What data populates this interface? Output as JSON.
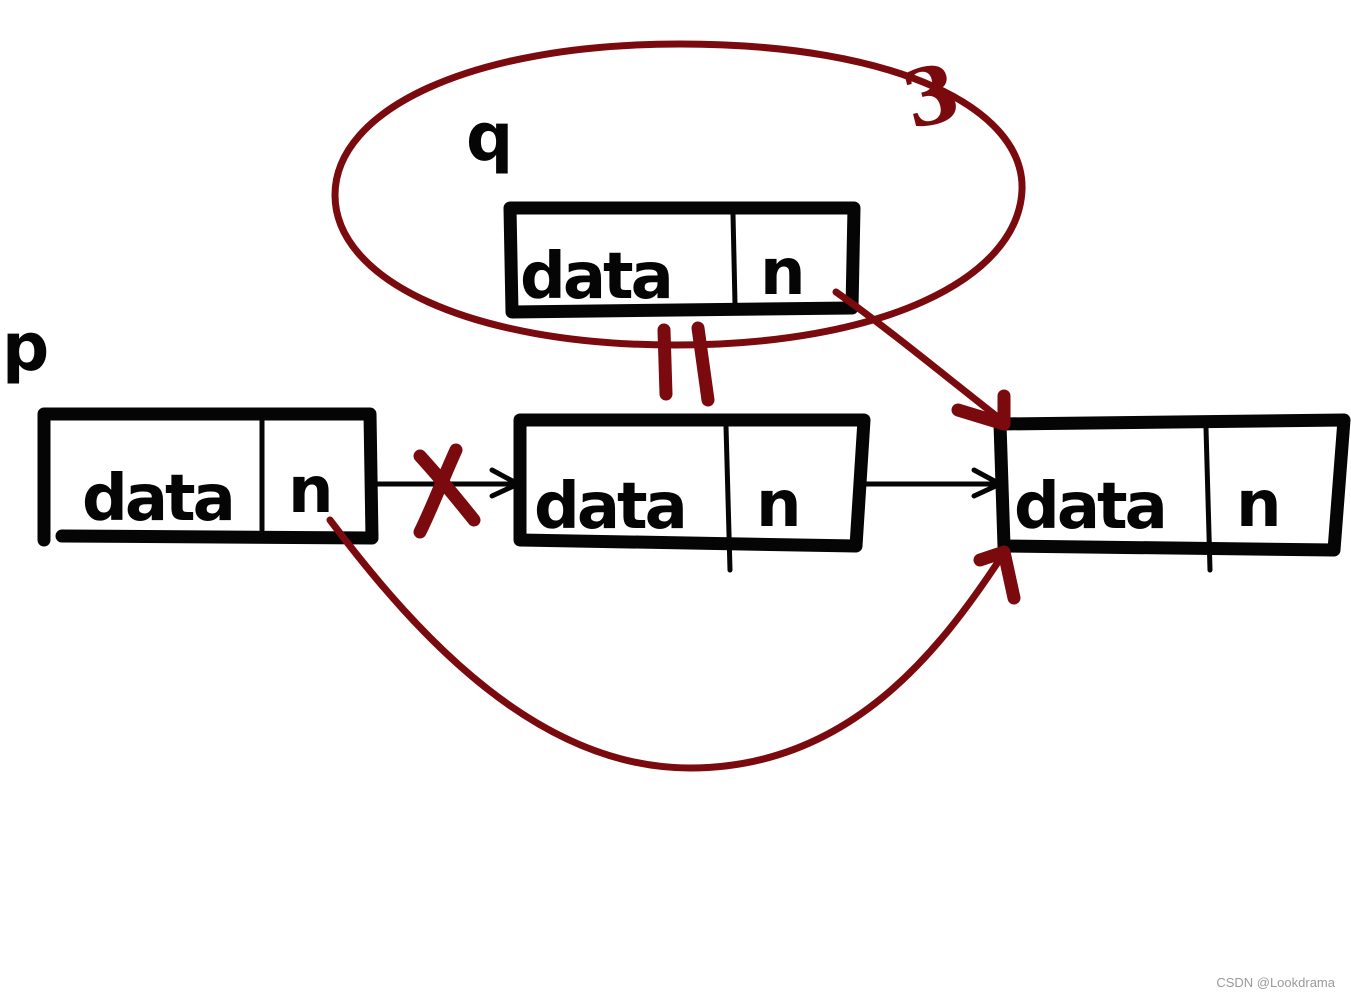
{
  "colors": {
    "ink": "#050505",
    "red_ink": "#7a0a0d",
    "background": "#ffffff"
  },
  "labels": {
    "pointer_p": "p",
    "pointer_q": "q",
    "equals_mark": "=",
    "cross_mark": "X",
    "step_mark": "3"
  },
  "nodes": [
    {
      "id": "p-node",
      "data": "data",
      "next": "n"
    },
    {
      "id": "middle-node",
      "data": "data",
      "next": "n"
    },
    {
      "id": "right-node",
      "data": "data",
      "next": "n"
    },
    {
      "id": "q-node",
      "data": "data",
      "next": "n"
    }
  ],
  "watermark": "CSDN @Lookdrama"
}
